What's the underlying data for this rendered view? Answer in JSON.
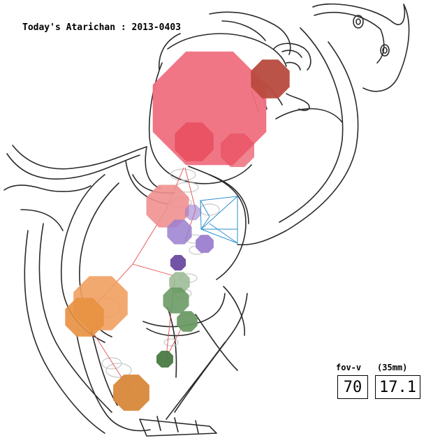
{
  "title": "Today's Atarichan : 2013-0403",
  "controls": {
    "fov_label": "fov-v",
    "focal_label": "(35mm)",
    "fov_value": "70",
    "focal_value": "17.1"
  },
  "colors": {
    "line_art": "#2a2a2a",
    "ghost": "#c8c8c8",
    "bone": "#e05050",
    "camera": "#2a8fcf",
    "head": "#ef6f7f",
    "head_inner": "#e85060",
    "hand": "#b84a3e",
    "neck": "#f09090",
    "spine": "#9b7fd0",
    "spine_dark": "#6a4aa0",
    "leg_light": "#98b890",
    "leg": "#6a9a64",
    "leg_dark": "#4a7a44",
    "hip": "#f0a060",
    "hip_dark": "#e89040",
    "foot": "#d8883a"
  }
}
